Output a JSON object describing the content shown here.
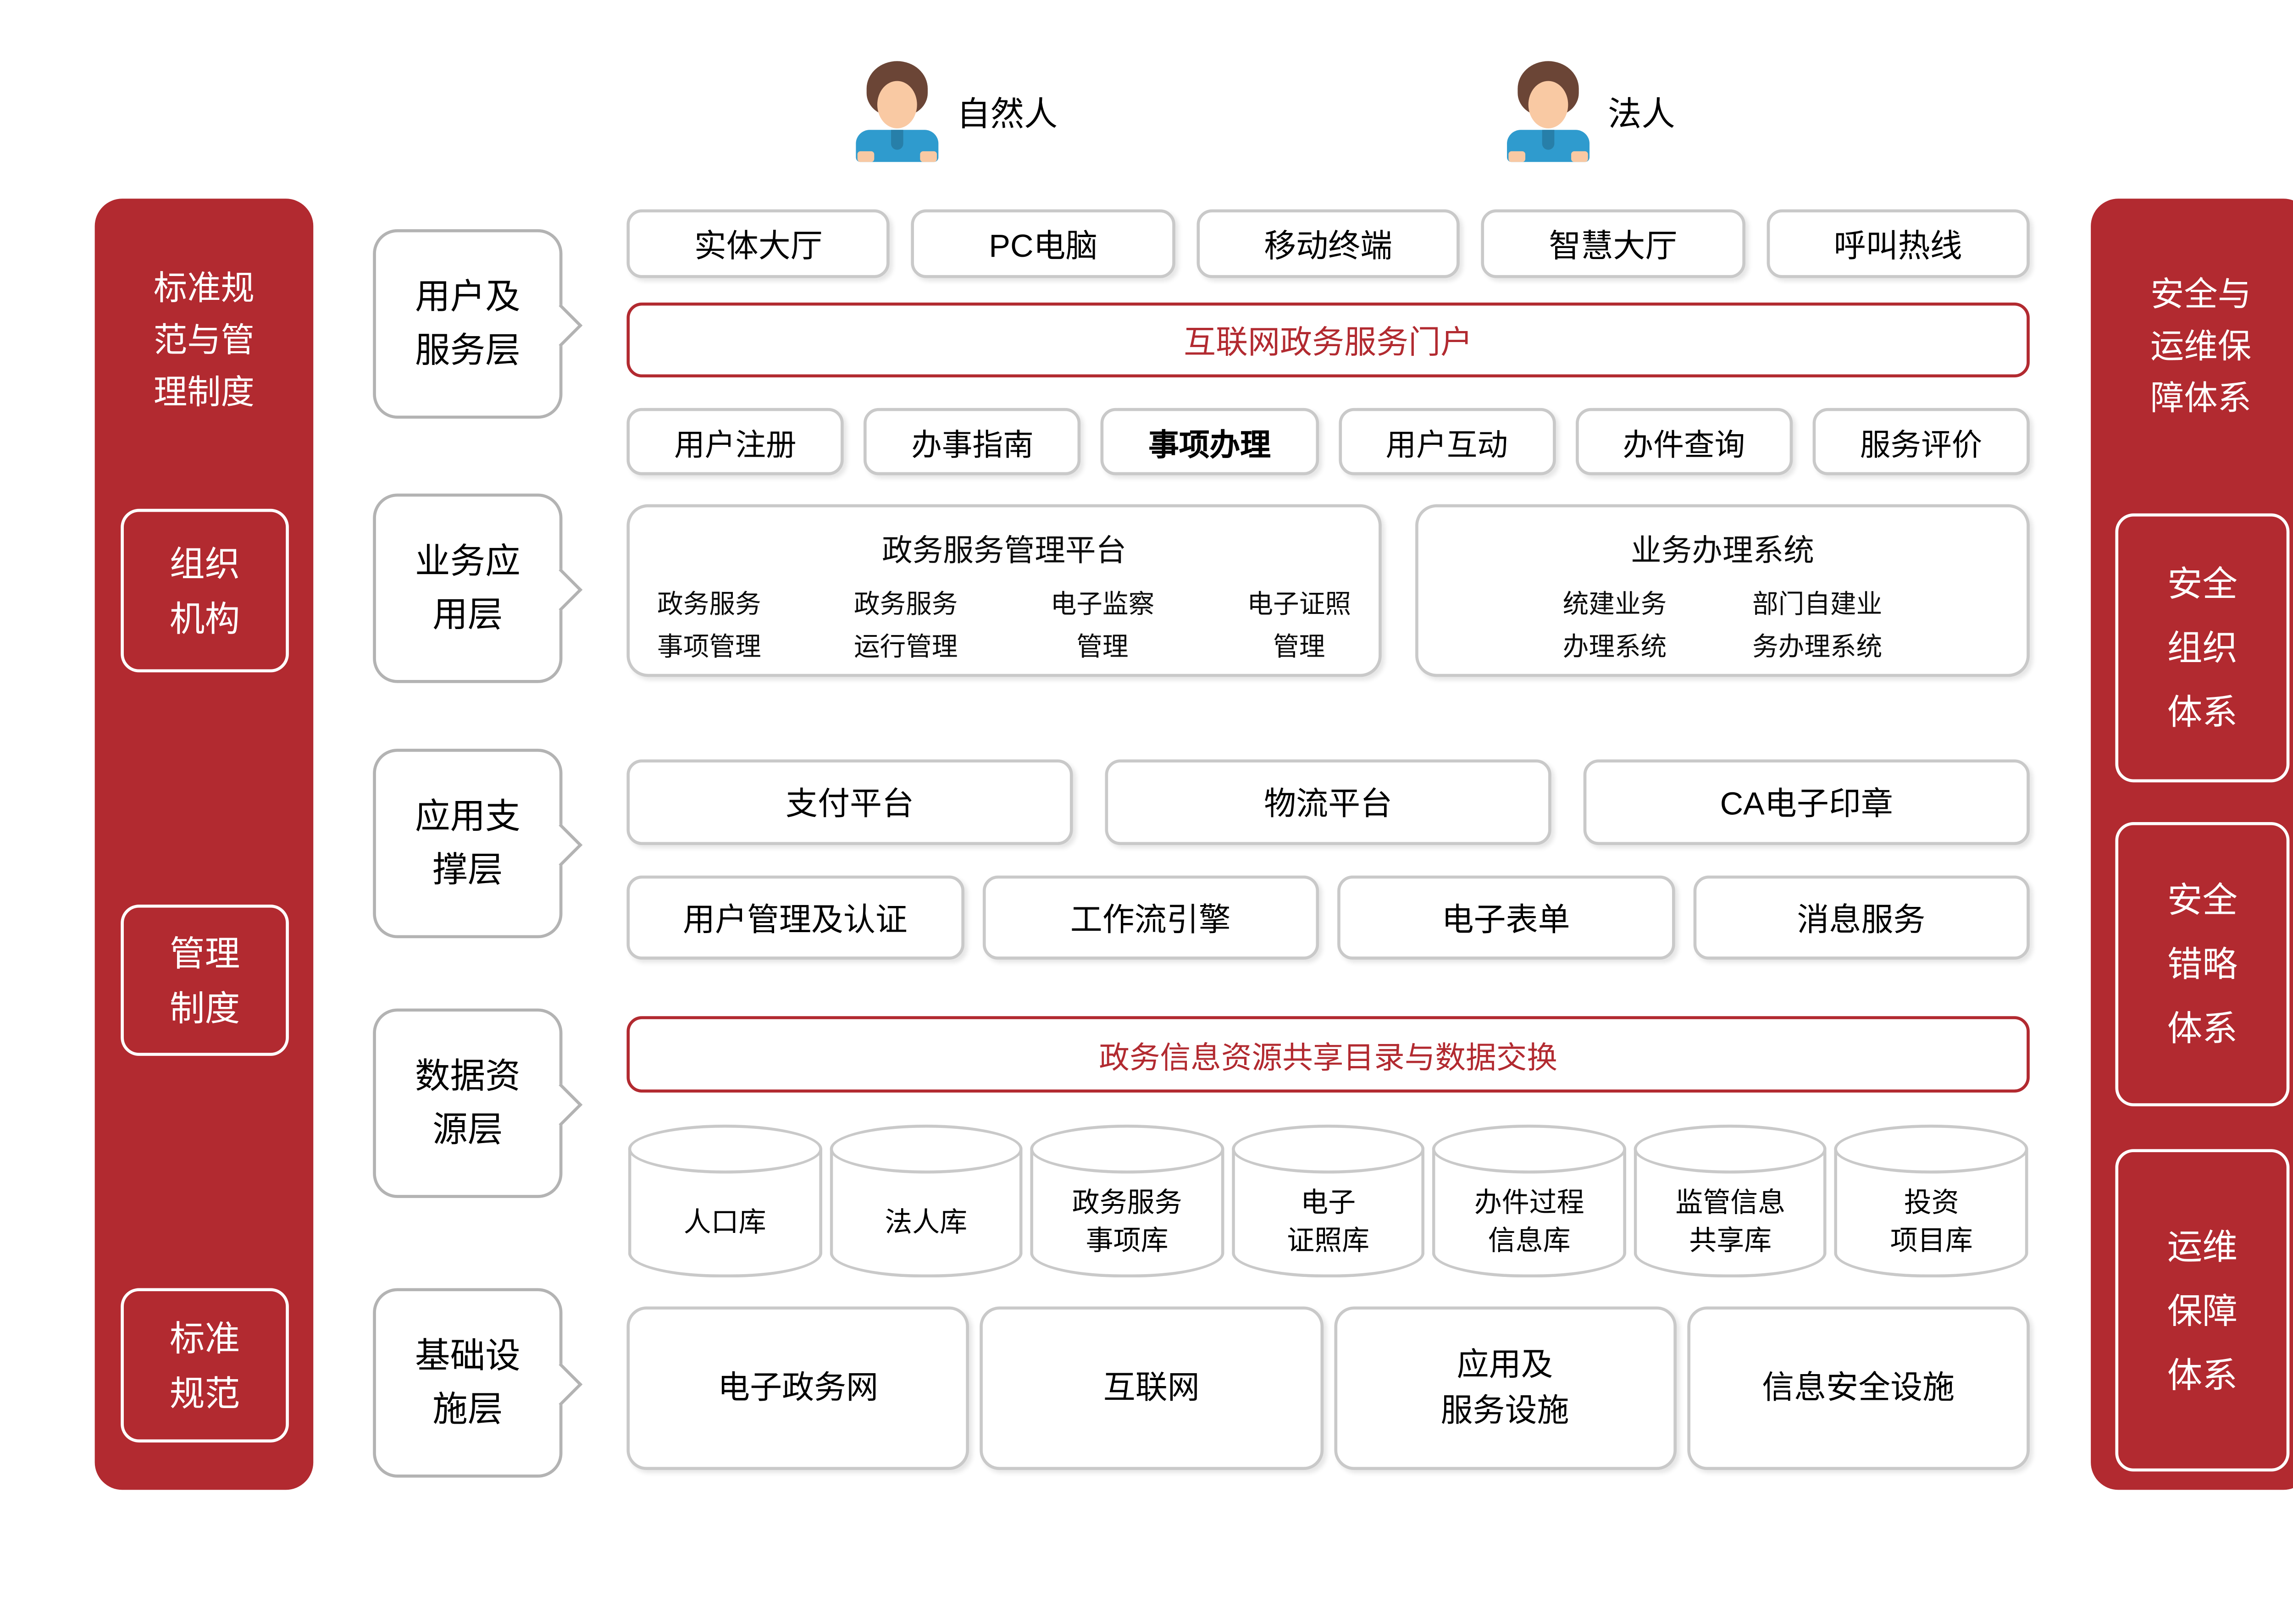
{
  "colors": {
    "accent_red": "#b22a30",
    "card_border": "#c9c9c9"
  },
  "actors": [
    {
      "label": "自然人"
    },
    {
      "label": "法人"
    }
  ],
  "left_panel": {
    "title_lines": [
      "标准规",
      "范与管",
      "理制度"
    ],
    "boxes": [
      {
        "lines": [
          "组织",
          "机构"
        ]
      },
      {
        "lines": [
          "管理",
          "制度"
        ]
      },
      {
        "lines": [
          "标准",
          "规范"
        ]
      }
    ]
  },
  "right_panel": {
    "title_lines": [
      "安全与",
      "运维保",
      "障体系"
    ],
    "boxes": [
      {
        "lines": [
          "安全",
          "组织",
          "体系"
        ]
      },
      {
        "lines": [
          "安全",
          "错略",
          "体系"
        ]
      },
      {
        "lines": [
          "运维",
          "保障",
          "体系"
        ]
      }
    ]
  },
  "layers": [
    {
      "label_lines": [
        "用户及",
        "服务层"
      ]
    },
    {
      "label_lines": [
        "业务应",
        "用层"
      ]
    },
    {
      "label_lines": [
        "应用支",
        "撑层"
      ]
    },
    {
      "label_lines": [
        "数据资",
        "源层"
      ]
    },
    {
      "label_lines": [
        "基础设",
        "施层"
      ]
    }
  ],
  "service_layer": {
    "channels": [
      "实体大厅",
      "PC电脑",
      "移动终端",
      "智慧大厅",
      "呼叫热线"
    ],
    "portal": "互联网政务服务门户",
    "functions": [
      "用户注册",
      "办事指南",
      "事项办理",
      "用户互动",
      "办件查询",
      "服务评价"
    ]
  },
  "business_layer": {
    "platform": {
      "title": "政务服务管理平台",
      "items": [
        {
          "lines": [
            "政务服务",
            "事项管理"
          ]
        },
        {
          "lines": [
            "政务服务",
            "运行管理"
          ]
        },
        {
          "lines": [
            "电子监察",
            "管理"
          ]
        },
        {
          "lines": [
            "电子证照",
            "管理"
          ]
        }
      ]
    },
    "system": {
      "title": "业务办理系统",
      "items": [
        {
          "lines": [
            "统建业务",
            "办理系统"
          ]
        },
        {
          "lines": [
            "部门自建业",
            "务办理系统"
          ]
        }
      ]
    }
  },
  "support_layer": {
    "row1": [
      "支付平台",
      "物流平台",
      "CA电子印章"
    ],
    "row2": [
      "用户管理及认证",
      "工作流引擎",
      "电子表单",
      "消息服务"
    ]
  },
  "data_layer": {
    "exchange": "政务信息资源共享目录与数据交换",
    "databases": [
      {
        "lines": [
          "人口库"
        ]
      },
      {
        "lines": [
          "法人库"
        ]
      },
      {
        "lines": [
          "政务服务",
          "事项库"
        ]
      },
      {
        "lines": [
          "电子",
          "证照库"
        ]
      },
      {
        "lines": [
          "办件过程",
          "信息库"
        ]
      },
      {
        "lines": [
          "监管信息",
          "共享库"
        ]
      },
      {
        "lines": [
          "投资",
          "项目库"
        ]
      }
    ]
  },
  "infra_layer": {
    "items": [
      {
        "lines": [
          "电子政务网"
        ]
      },
      {
        "lines": [
          "互联网"
        ]
      },
      {
        "lines": [
          "应用及",
          "服务设施"
        ]
      },
      {
        "lines": [
          "信息安全设施"
        ]
      }
    ]
  }
}
